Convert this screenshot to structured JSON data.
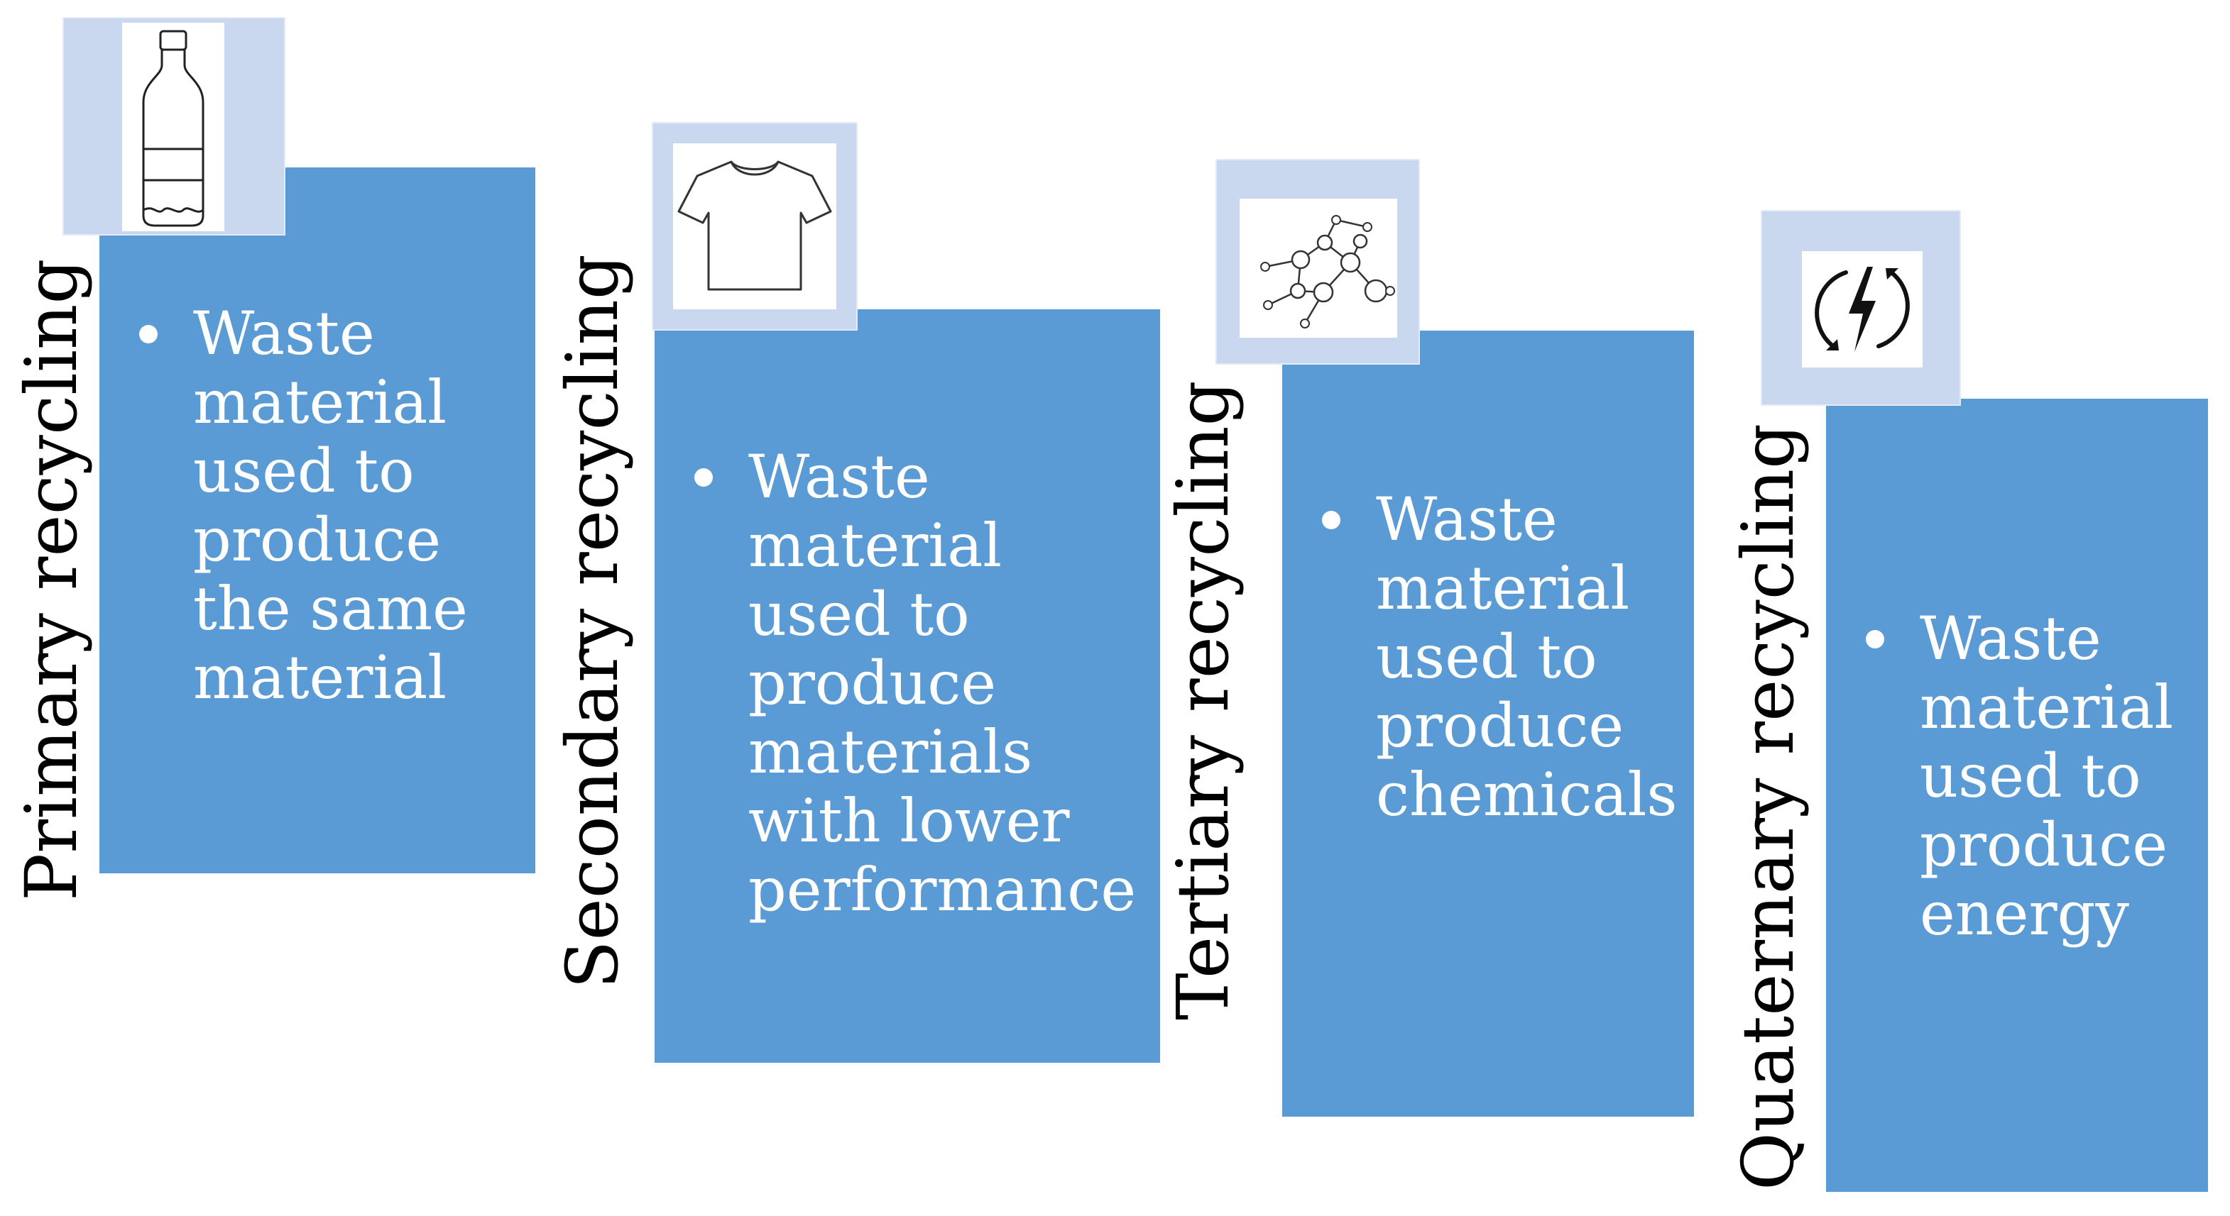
{
  "stages": [
    {
      "title": "Primary recycling",
      "description": "Waste material used to produce the same material",
      "icon": "bottle-icon"
    },
    {
      "title": "Secondary recycling",
      "description": "Waste material used to produce materials with lower performance",
      "icon": "tshirt-icon"
    },
    {
      "title": "Tertiary recycling",
      "description": "Waste material used to produce chemicals",
      "icon": "molecule-icon"
    },
    {
      "title": "Quaternary recycling",
      "description": "Waste material used to produce energy",
      "icon": "energy-icon"
    }
  ],
  "colors": {
    "box": "#5b9bd5",
    "icon_frame": "#c9d8ee",
    "text_on_box": "#ffffff",
    "label": "#000000"
  }
}
